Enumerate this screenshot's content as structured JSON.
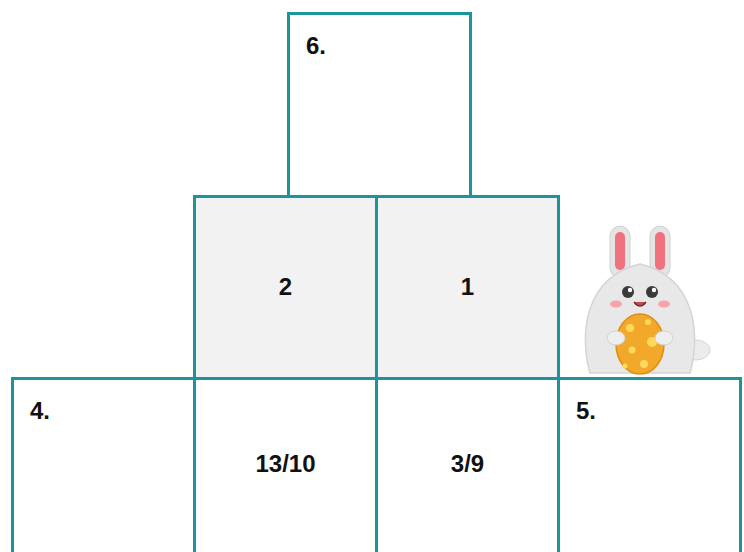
{
  "diagram": {
    "nodes": [
      {
        "text": [
          "6."
        ]
      },
      {
        "text": [
          "2"
        ]
      },
      {
        "text": [
          "1"
        ]
      },
      {
        "text": [
          "4."
        ]
      },
      {
        "text": [
          "13/10"
        ]
      },
      {
        "text": [
          "3/9"
        ]
      },
      {
        "text": [
          "5."
        ]
      }
    ]
  }
}
